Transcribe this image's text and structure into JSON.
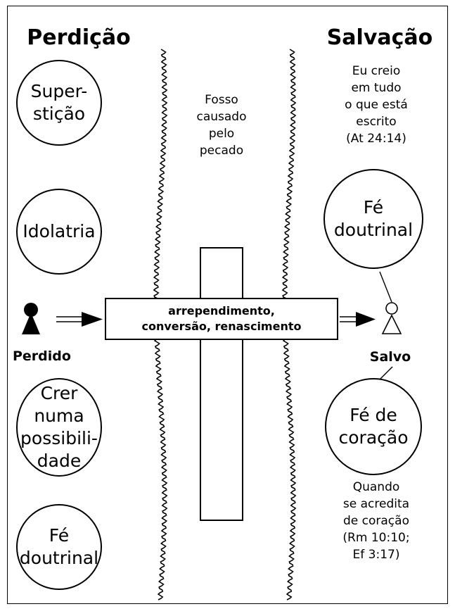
{
  "left": {
    "heading": "Perdição",
    "figure_label": "Perdido",
    "circles": [
      {
        "text": "Super-\nstição"
      },
      {
        "text": "Idolatria"
      },
      {
        "text": "Crer numa\npossibili-\ndade"
      },
      {
        "text": "Fé\ndoutrinal"
      }
    ]
  },
  "middle": {
    "gap_note": "Fosso\ncausado\npelo\npecado",
    "cross_text": "arrependimento,\nconversão, renascimento"
  },
  "right": {
    "heading": "Salvação",
    "figure_label": "Salvo",
    "top_note": "Eu creio\nem tudo\no que está\nescrito\n(At 24:14)",
    "circle_top": "Fé\ndoutrinal",
    "circle_bottom": "Fé de\ncoração",
    "bottom_note": "Quando\nse acredita\nde coração\n(Rm 10:10;\nEf 3:17)"
  },
  "colors": {
    "ink": "#000000",
    "paper": "#ffffff"
  }
}
